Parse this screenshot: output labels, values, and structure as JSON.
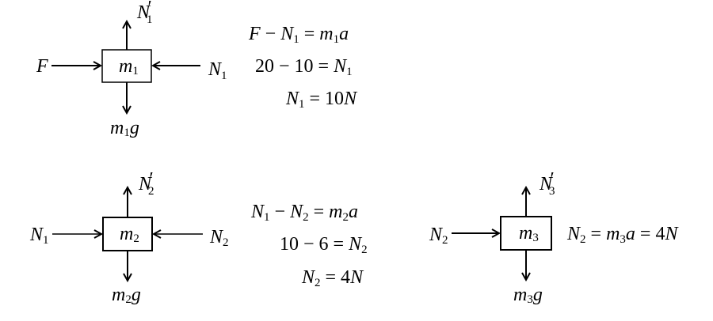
{
  "diagrams": [
    {
      "mass": {
        "sym": "m",
        "sub": "1"
      },
      "up": {
        "sym": "N",
        "sub": "1",
        "prime": "′"
      },
      "down": {
        "sym": "m",
        "sub": "1",
        "g": "g"
      },
      "left": {
        "sym": "F",
        "sub": ""
      },
      "right": {
        "sym": "N",
        "sub": "1"
      },
      "equations": [
        {
          "parts": [
            "F",
            " − ",
            "N",
            "1",
            " = ",
            "m",
            "1",
            "a"
          ]
        },
        {
          "parts": [
            "20 − 10 = ",
            "N",
            "1"
          ]
        },
        {
          "parts": [
            "N",
            "1",
            " = 10",
            "N"
          ]
        }
      ]
    },
    {
      "mass": {
        "sym": "m",
        "sub": "2"
      },
      "up": {
        "sym": "N",
        "sub": "2",
        "prime": "′"
      },
      "down": {
        "sym": "m",
        "sub": "2",
        "g": "g"
      },
      "left": {
        "sym": "N",
        "sub": "1"
      },
      "right": {
        "sym": "N",
        "sub": "2"
      },
      "equations": [
        {
          "parts": [
            "N",
            "1",
            " − ",
            "N",
            "2",
            " = ",
            "m",
            "2",
            "a"
          ]
        },
        {
          "parts": [
            "10 − 6 = ",
            "N",
            "2"
          ]
        },
        {
          "parts": [
            "N",
            "2",
            " = 4",
            "N"
          ]
        }
      ]
    },
    {
      "mass": {
        "sym": "m",
        "sub": "3"
      },
      "up": {
        "sym": "N",
        "sub": "3",
        "prime": "′"
      },
      "down": {
        "sym": "m",
        "sub": "3",
        "g": "g"
      },
      "left": {
        "sym": "N",
        "sub": "2"
      },
      "equations": [
        {
          "parts": [
            "N",
            "2",
            " = ",
            "m",
            "3",
            "a",
            " = 4",
            "N"
          ]
        }
      ]
    }
  ]
}
